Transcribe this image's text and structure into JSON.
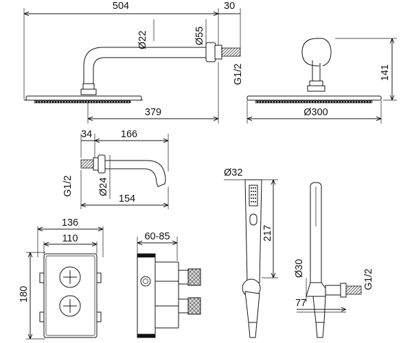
{
  "shower_head_side": {
    "width_label": "504",
    "flange_offset_label": "30",
    "arm_diameter_label": "Ø22",
    "flange_diameter_label": "Ø55",
    "thread_label": "G1/2",
    "projection_label": "379"
  },
  "shower_head_front": {
    "height_label": "141",
    "diameter_label": "Ø300"
  },
  "spout": {
    "flange_offset_label": "34",
    "length_label": "166",
    "thread_label": "G1/2",
    "diameter_label": "Ø24",
    "projection_label": "154"
  },
  "hand_shower": {
    "head_diameter_label": "Ø32",
    "length_label": "217",
    "holder_diameter_label": "Ø30",
    "thread_label": "G1/2",
    "projection_label": "77"
  },
  "mixer_box": {
    "outer_width_label": "136",
    "inner_width_label": "110",
    "height_label": "180",
    "depth_range_label": "60-85"
  }
}
